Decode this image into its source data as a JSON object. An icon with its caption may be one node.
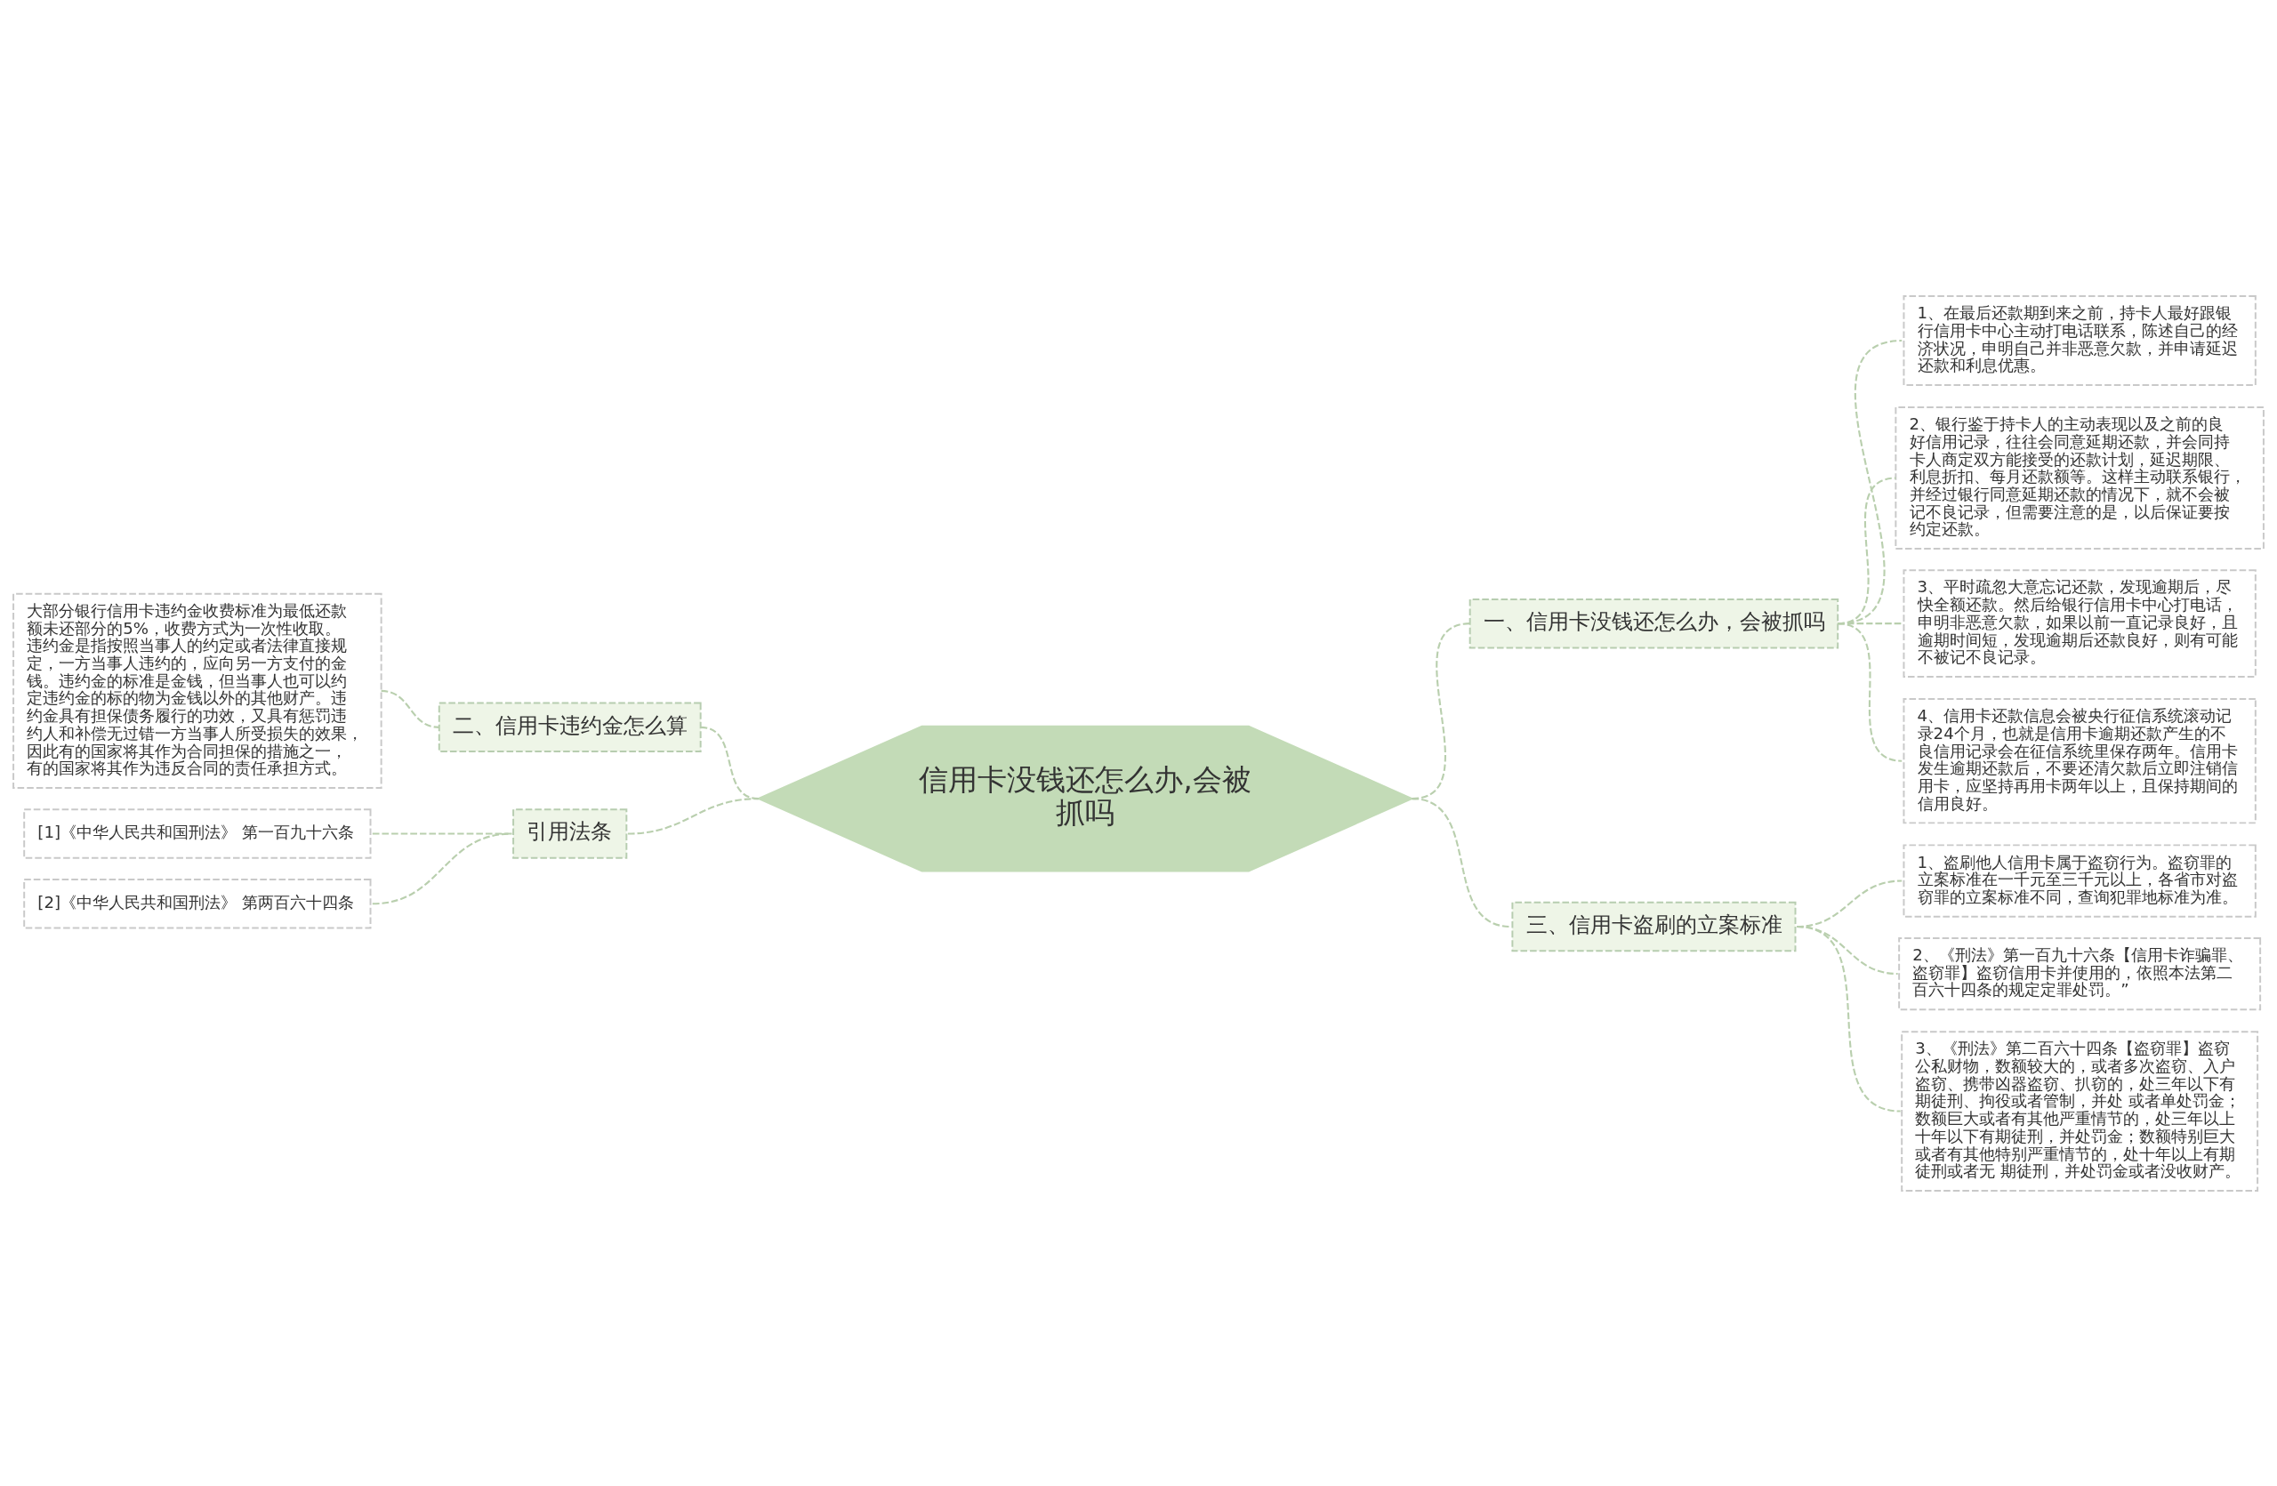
{
  "diagram": {
    "nodes": [
      {
        "text": [
          "信用卡没钱还怎么办,会被抓吗"
        ]
      },
      {
        "text": [
          "一、信用卡没钱还怎么办，会被抓吗"
        ]
      },
      {
        "text": [
          "1、在最后还款期到来之前，持卡人最好跟银行信用卡中心主动打电话联系，陈述自己的经济状况，申明自己并非恶意欠款，并申请延迟还款和利息优惠。"
        ]
      },
      {
        "text": [
          "2、银行鉴于持卡人的主动表现以及之前的良好信用记录，往往会同意延期还款，并会同持卡人商定双方能接受的还款计划，延迟期限、利息折扣、每月还款额等。这样主动联系银行，并经过银行同意延期还款的情况下，就不会被记不良记录，但需要注意的是，以后保证要按约定还款。"
        ]
      },
      {
        "text": [
          "3、平时疏忽大意忘记还款，发现逾期后，尽快全额还款。然后给银行信用卡中心打电话，申明非恶意欠款，如果以前一直记录良好，且逾期时间短，发现逾期后还款良好，则有可能不被记不良记录。"
        ]
      },
      {
        "text": [
          "4、信用卡还款信息会被央行征信系统滚动记录24个月，也就是信用卡逾期还款产生的不良信用记录会在征信系统里保存两年。信用卡发生逾期还款后，不要还清欠款后立即注销信用卡，应坚持再用卡两年以上，且保持期间的信用良好。"
        ]
      },
      {
        "text": [
          "三、信用卡盗刷的立案标准"
        ]
      },
      {
        "text": [
          "1、盗刷他人信用卡属于盗窃行为。盗窃罪的立案标准在一千元至三千元以上，各省市对盗窃罪的立案标准不同，查询犯罪地标准为准。"
        ]
      },
      {
        "text": [
          "2、《刑法》第一百九十六条【信用卡诈骗罪、盗窃罪】盗窃信用卡并使用的，依照本法第二百六十四条的规定定罪处罚。”"
        ]
      },
      {
        "text": [
          "3、《刑法》第二百六十四条【盗窃罪】盗窃公私财物，数额较大的，或者多次盗窃、入户盗窃、携带凶器盗窃、扒窃的，处三年以下有期徒刑、拘役或者管制，并处 或者单处罚金；数额巨大或者有其他严重情节的，处三年以上十年以下有期徒刑，并处罚金；数额特别巨大或者有其他特别严重情节的，处十年以上有期徒刑或者无 期徒刑，并处罚金或者没收财产。"
        ]
      },
      {
        "text": [
          "二、信用卡违约金怎么算"
        ]
      },
      {
        "text": [
          "大部分银行信用卡违约金收费标准为最低还款额未还部分的5%，收费方式为一次性收取。违约金是指按照当事人的约定或者法律直接规定，一方当事人违约的，应向另一方支付的金钱。违约金的标准是金钱，但当事人也可以约定违约金的标的物为金钱以外的其他财产。违约金具有担保债务履行的功效，又具有惩罚违约人和补偿无过错一方当事人所受损失的效果，因此有的国家将其作为合同担保的措施之一，有的国家将其作为违反合同的责任承担方式。"
        ]
      },
      {
        "text": [
          "引用法条"
        ]
      },
      {
        "text": [
          "[1]《中华人民共和国刑法》 第一百九十六条"
        ]
      },
      {
        "text": [
          "[2]《中华人民共和国刑法》 第两百六十四条"
        ]
      }
    ],
    "edges": [
      {
        "from": 0,
        "to": 1,
        "arrow": "none",
        "style": "dashed"
      },
      {
        "from": 1,
        "to": 2,
        "arrow": "none",
        "style": "dashed"
      },
      {
        "from": 1,
        "to": 3,
        "arrow": "none",
        "style": "dashed"
      },
      {
        "from": 1,
        "to": 4,
        "arrow": "none",
        "style": "dashed"
      },
      {
        "from": 1,
        "to": 5,
        "arrow": "none",
        "style": "dashed"
      },
      {
        "from": 0,
        "to": 6,
        "arrow": "none",
        "style": "dashed"
      },
      {
        "from": 6,
        "to": 7,
        "arrow": "none",
        "style": "dashed"
      },
      {
        "from": 6,
        "to": 8,
        "arrow": "none",
        "style": "dashed"
      },
      {
        "from": 6,
        "to": 9,
        "arrow": "none",
        "style": "dashed"
      },
      {
        "from": 10,
        "to": 0,
        "arrow": "none",
        "style": "dashed"
      },
      {
        "from": 11,
        "to": 10,
        "arrow": "none",
        "style": "dashed"
      },
      {
        "from": 12,
        "to": 0,
        "arrow": "none",
        "style": "dashed"
      },
      {
        "from": 13,
        "to": 12,
        "arrow": "none",
        "style": "dashed"
      },
      {
        "from": 14,
        "to": 12,
        "arrow": "none",
        "style": "dashed"
      }
    ]
  }
}
